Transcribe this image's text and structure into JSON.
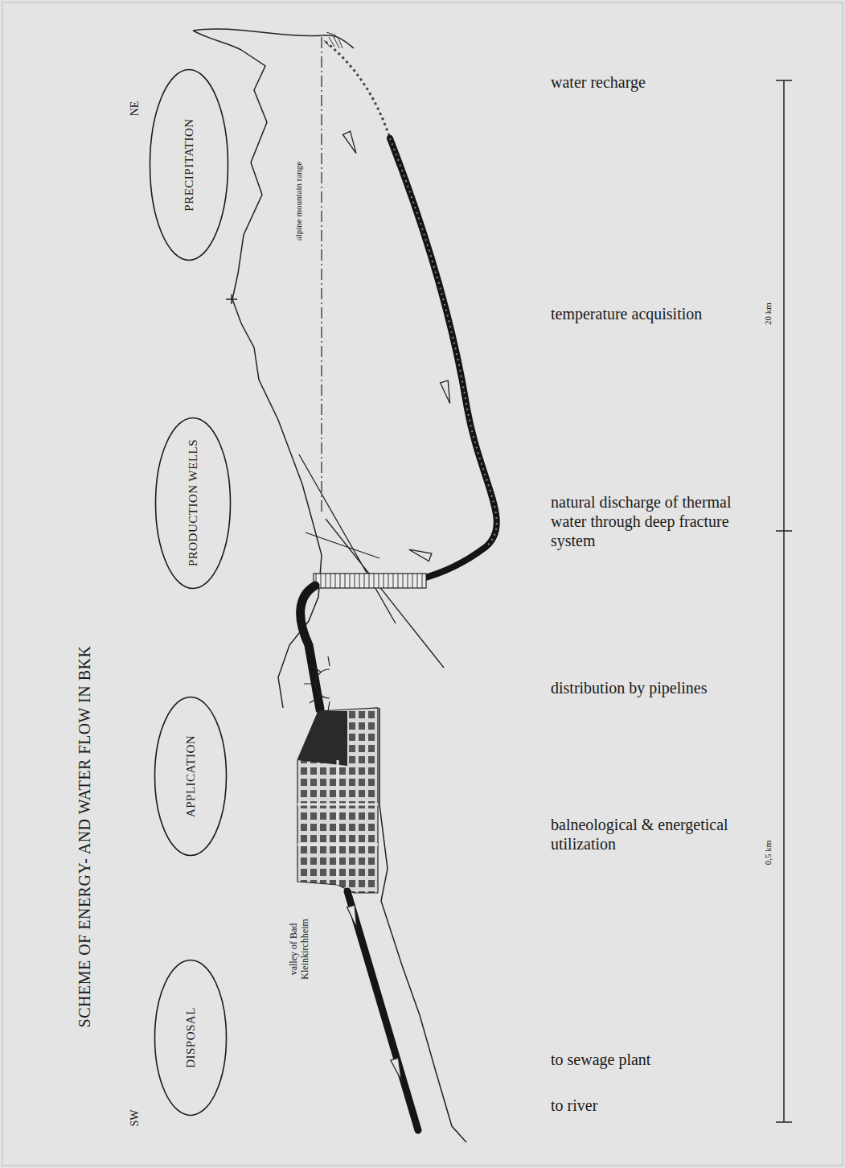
{
  "diagram": {
    "title": "SCHEME OF ENERGY- AND WATER FLOW IN BKK",
    "nodes": [
      {
        "text": [
          "PRECIPITATION"
        ]
      },
      {
        "text": [
          "PRODUCTION WELLS"
        ]
      },
      {
        "text": [
          "APPLICATION"
        ]
      },
      {
        "text": [
          "DISPOSAL"
        ]
      }
    ],
    "labels": [
      "NE",
      "SW",
      "alpine mountain range",
      "valley of Bad Kleinkirchheim",
      "water recharge",
      "temperature acquisition",
      "natural discharge of thermal water through deep fracture system",
      "distribution by pipelines",
      "balneological & energetical utilization",
      "to sewage plant",
      "to river",
      "20 km",
      "0,5 km"
    ]
  }
}
